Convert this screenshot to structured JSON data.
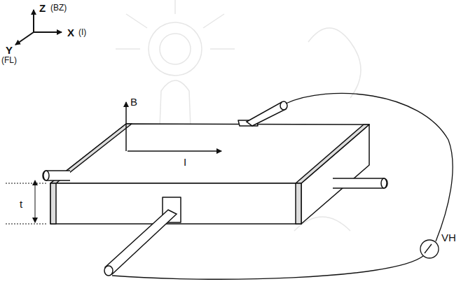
{
  "diagram": {
    "labels": [
      "Z",
      "(BZ)",
      "X",
      "(I)",
      "Y",
      "(FL)",
      "B",
      "I",
      "t",
      "VH"
    ]
  }
}
